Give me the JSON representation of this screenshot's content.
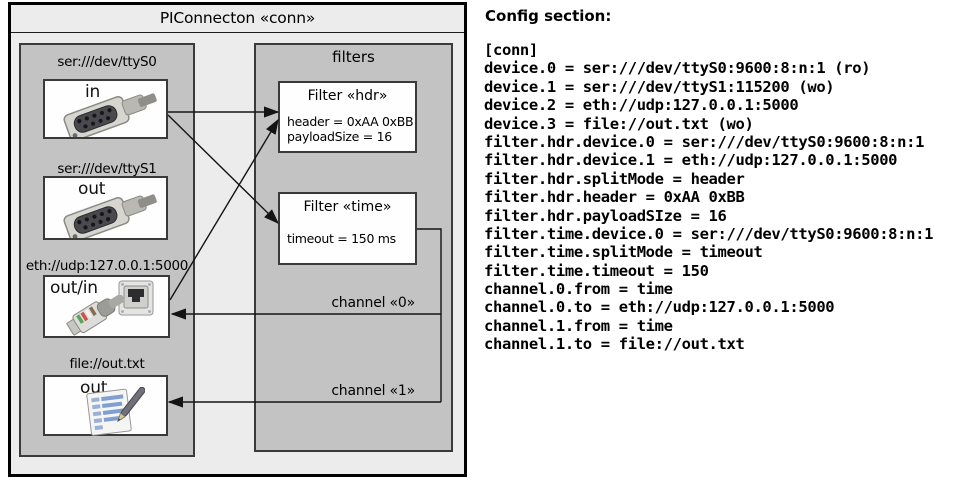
{
  "diagram": {
    "title": "PIConnecton «conn»",
    "devices": [
      {
        "uri": "ser:///dev/ttyS0",
        "direction": "in"
      },
      {
        "uri": "ser:///dev/ttyS1",
        "direction": "out"
      },
      {
        "uri": "eth://udp:127.0.0.1:5000",
        "direction": "out/in"
      },
      {
        "uri": "file://out.txt",
        "direction": "out"
      }
    ],
    "filters_title": "filters",
    "filters": [
      {
        "name": "Filter «hdr»",
        "props": [
          "header = 0xAA 0xBB",
          "payloadSize = 16"
        ]
      },
      {
        "name": "Filter «time»",
        "props": [
          "timeout = 150 ms"
        ]
      }
    ],
    "channels": [
      {
        "label": "channel «0»"
      },
      {
        "label": "channel «1»"
      }
    ]
  },
  "config": {
    "heading": "Config section:",
    "lines": [
      "[conn]",
      "device.0 = ser:///dev/ttyS0:9600:8:n:1 (ro)",
      "device.1 = ser:///dev/ttyS1:115200 (wo)",
      "device.2 = eth://udp:127.0.0.1:5000",
      "device.3 = file://out.txt (wo)",
      "filter.hdr.device.0 = ser:///dev/ttyS0:9600:8:n:1",
      "filter.hdr.device.1 = eth://udp:127.0.0.1:5000",
      "filter.hdr.splitMode = header",
      "filter.hdr.header = 0xAA 0xBB",
      "filter.hdr.payloadSIze = 16",
      "filter.time.device.0 = ser:///dev/ttyS0:9600:8:n:1",
      "filter.time.splitMode = timeout",
      "filter.time.timeout = 150",
      "channel.0.from = time",
      "channel.0.to = eth://udp:127.0.0.1:5000",
      "channel.1.from = time",
      "channel.1.to = file://out.txt"
    ]
  },
  "colors": {
    "outer_background": "#ececec",
    "panel_background": "#c3c3c3",
    "node_background": "#fefefe",
    "border_dark": "#3a3a3a",
    "outer_border": "#000000",
    "line": "#1a1a1a"
  }
}
